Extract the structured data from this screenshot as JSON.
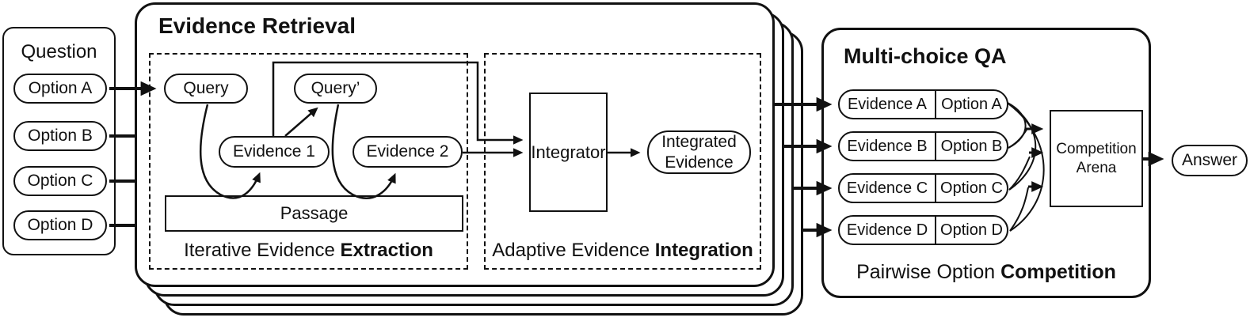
{
  "question_panel": {
    "title": "Question",
    "options": [
      "Option A",
      "Option B",
      "Option C",
      "Option D"
    ]
  },
  "evidence_retrieval": {
    "title": "Evidence Retrieval",
    "extraction": {
      "caption_regular": "Iterative Evidence ",
      "caption_bold": "Extraction",
      "query": "Query",
      "query_refined": "Query’",
      "evidence_1": "Evidence 1",
      "evidence_2": "Evidence 2",
      "passage": "Passage"
    },
    "integration": {
      "caption_regular": "Adaptive Evidence ",
      "caption_bold": "Integration",
      "integrator": "Integrator",
      "integrated_evidence_line1": "Integrated",
      "integrated_evidence_line2": "Evidence"
    }
  },
  "multi_choice_qa": {
    "title": "Multi-choice QA",
    "caption_regular": "Pairwise Option ",
    "caption_bold": "Competition",
    "pairs": [
      {
        "evidence": "Evidence A",
        "option": "Option A"
      },
      {
        "evidence": "Evidence B",
        "option": "Option B"
      },
      {
        "evidence": "Evidence C",
        "option": "Option C"
      },
      {
        "evidence": "Evidence D",
        "option": "Option D"
      }
    ],
    "competition_arena_line1": "Competition",
    "competition_arena_line2": "Arena"
  },
  "answer_label": "Answer",
  "colors": {
    "stroke": "#111111",
    "background": "#ffffff"
  }
}
